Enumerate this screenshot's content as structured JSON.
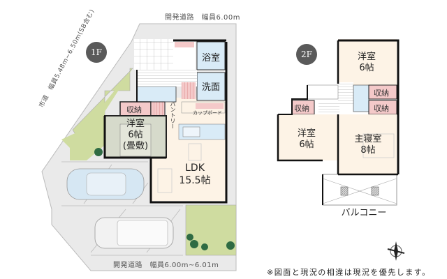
{
  "floor1": {
    "badge": "1F",
    "road_top": "開発道路　幅員6.00m",
    "road_bottom": "開発道路　幅員6.00m~6.01m",
    "road_left": "市道　幅員5.48m~6.50m(SB含む)",
    "rooms": {
      "bath": "浴室",
      "washroom": "洗面",
      "storage": "収納",
      "pantry": "パントリー",
      "cupboard": "カップボード",
      "western_room_name": "洋室",
      "western_room_size": "6帖",
      "western_room_note": "(畳敷)",
      "ldk_name": "LDK",
      "ldk_size": "15.5帖"
    }
  },
  "floor2": {
    "badge": "2F",
    "rooms": {
      "western_north_name": "洋室",
      "western_north_size": "6帖",
      "storage_1": "収納",
      "storage_2": "収納",
      "storage_3": "収納",
      "western_west_name": "洋室",
      "western_west_size": "6帖",
      "master_name": "主寝室",
      "master_size": "8帖",
      "balcony": "バルコニー"
    }
  },
  "footer": {
    "note": "※図面と現況の相違は現況を優先します。"
  },
  "colors": {
    "badge": "#5a5a5a",
    "floor": "#fdf3e6",
    "wet_area": "#d9ebf7",
    "storage": "#f4c9c9",
    "tatami": "#d6dacb",
    "lawn": "#cfdca0",
    "paving": "#e6e6e6",
    "wall": "#111111"
  }
}
